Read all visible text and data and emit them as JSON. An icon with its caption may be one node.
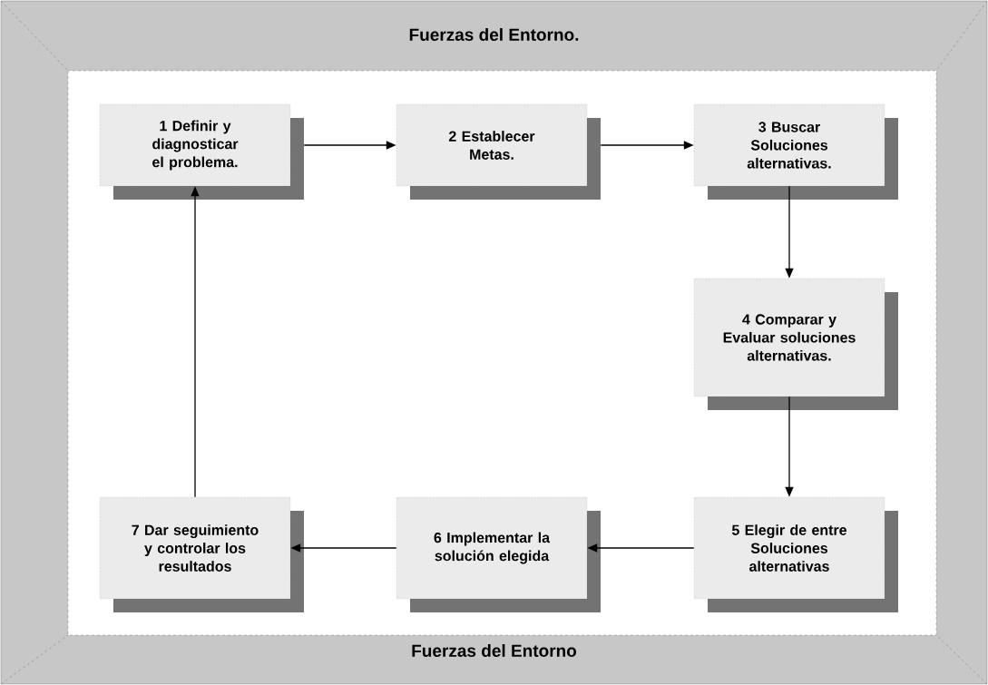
{
  "diagram": {
    "nodes": [
      {
        "text": [
          "1 Definir y diagnosticar el problema."
        ]
      },
      {
        "text": [
          "2 Establecer Metas."
        ]
      },
      {
        "text": [
          "3 Buscar Soluciones alternativas."
        ]
      },
      {
        "text": [
          "4 Comparar y Evaluar soluciones alternativas."
        ]
      },
      {
        "text": [
          "5 Elegir de entre Soluciones alternativas"
        ]
      },
      {
        "text": [
          "6 Implementar la solución elegida"
        ]
      },
      {
        "text": [
          "7 Dar seguimiento y controlar los resultados"
        ]
      }
    ],
    "edges": [
      {
        "from": 0,
        "to": 1,
        "arrow": "to"
      },
      {
        "from": 1,
        "to": 2,
        "arrow": "to"
      },
      {
        "from": 2,
        "to": 3,
        "arrow": "to"
      },
      {
        "from": 3,
        "to": 4,
        "arrow": "to"
      },
      {
        "from": 4,
        "to": 5,
        "arrow": "to"
      },
      {
        "from": 5,
        "to": 6,
        "arrow": "to"
      },
      {
        "from": 6,
        "to": 0,
        "arrow": "to"
      }
    ],
    "labels": [
      "Fuerzas del Entorno.",
      "Fuerzas del Entorno"
    ]
  }
}
